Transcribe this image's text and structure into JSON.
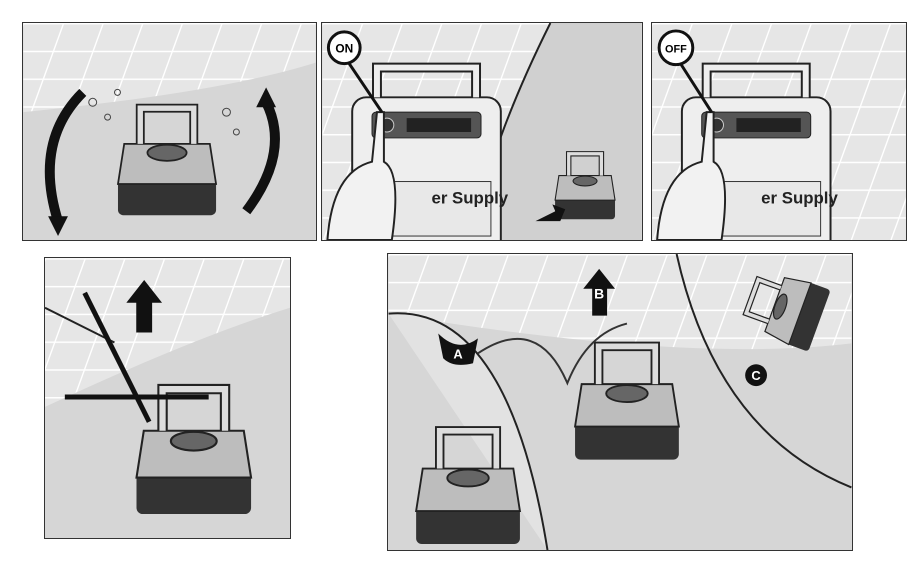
{
  "panels": [
    {
      "id": "cleaning-in-pool"
    },
    {
      "id": "power-on",
      "callout": "ON",
      "device_label": "er Supply"
    },
    {
      "id": "power-off",
      "callout": "OFF",
      "device_label": "er Supply"
    },
    {
      "id": "do-not-pull-by-cable"
    },
    {
      "id": "remove-from-pool",
      "steps": [
        "A",
        "B",
        "C"
      ]
    }
  ],
  "colors": {
    "water": "#d9d9d9",
    "tile_line": "#ffffff",
    "ink": "#1a1a1a",
    "robot_body": "#bdbdbd"
  }
}
